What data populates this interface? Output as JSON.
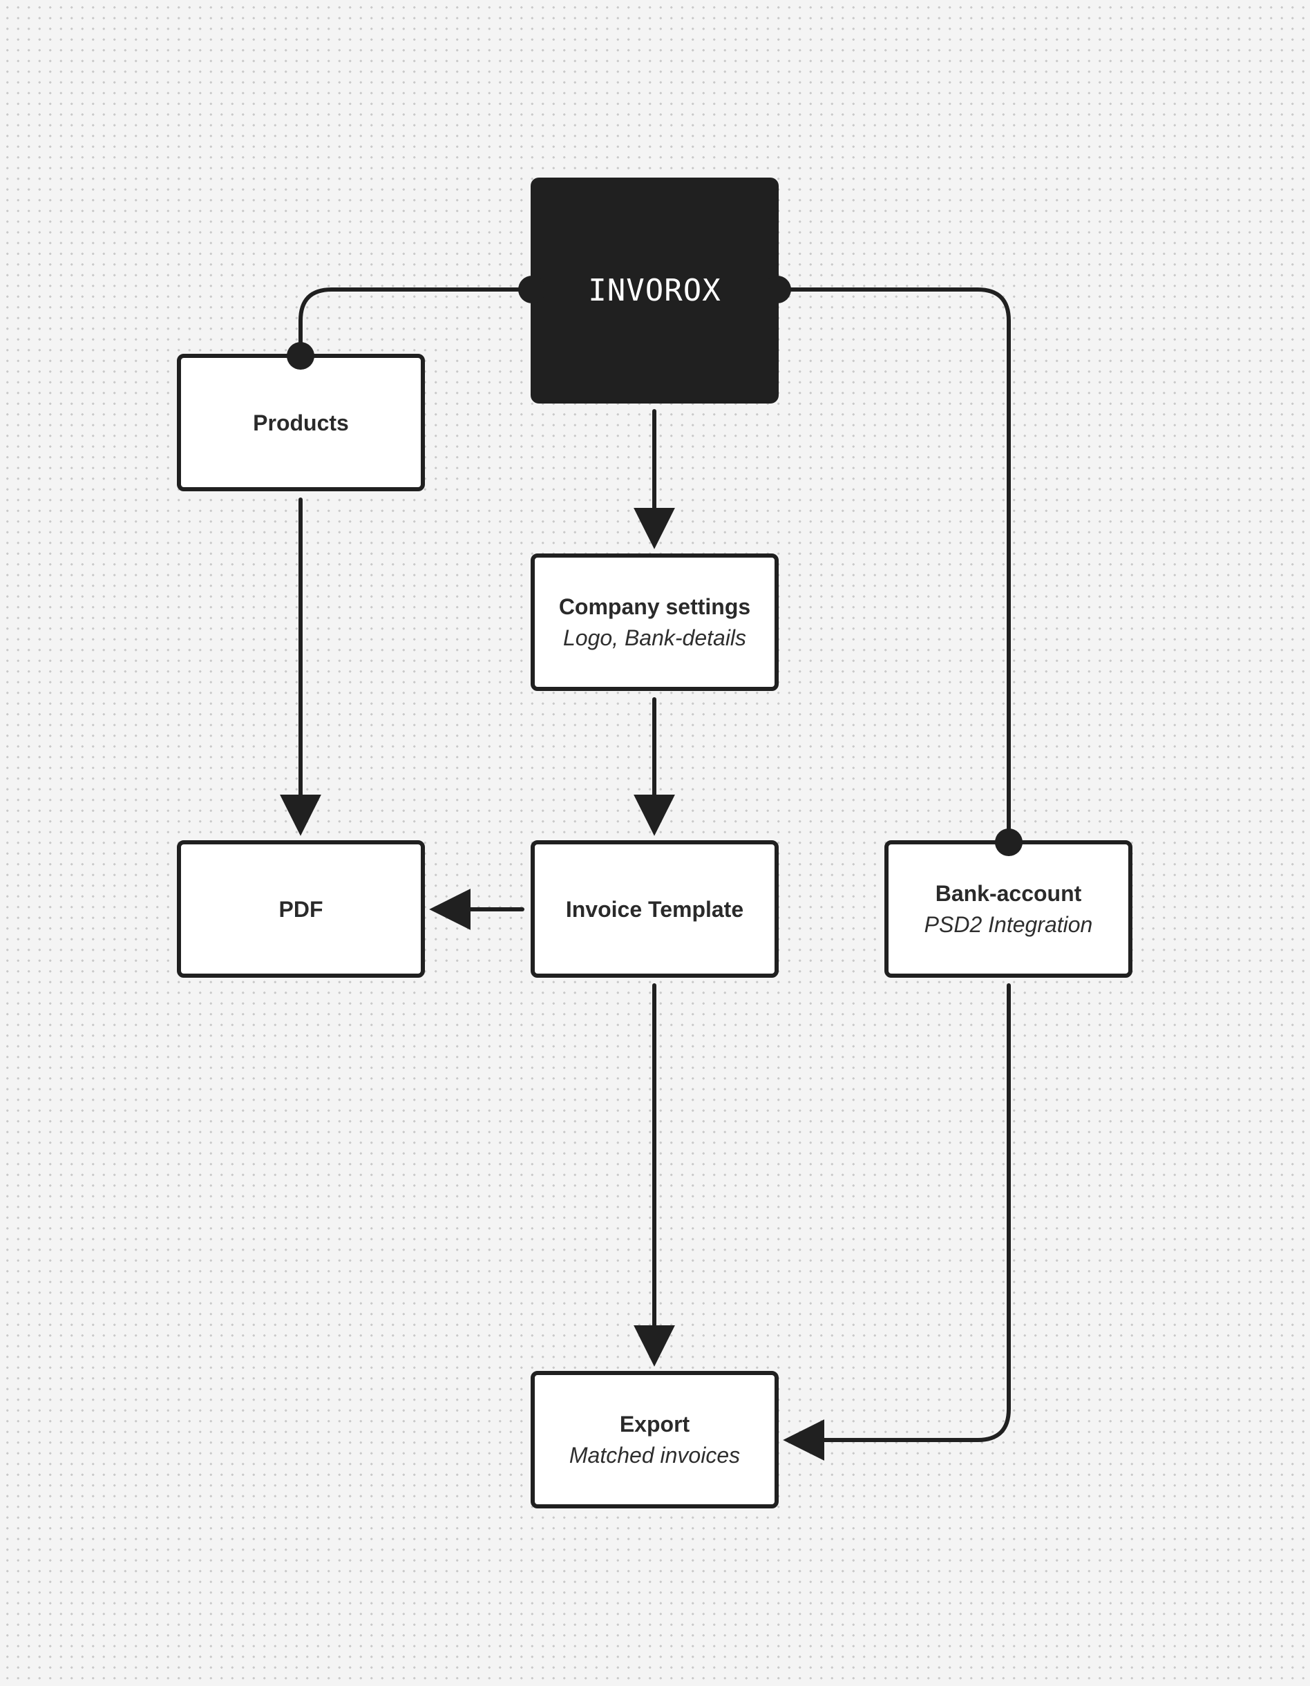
{
  "diagram": {
    "nodes": {
      "invorox": {
        "title": "INVOROX"
      },
      "products": {
        "title": "Products"
      },
      "company_settings": {
        "title": "Company settings",
        "subtitle": "Logo, Bank-details"
      },
      "pdf": {
        "title": "PDF"
      },
      "invoice_template": {
        "title": "Invoice Template"
      },
      "bank_account": {
        "title": "Bank-account",
        "subtitle": "PSD2 Integration"
      },
      "export": {
        "title": "Export",
        "subtitle": "Matched invoices"
      }
    },
    "edges": [
      {
        "from": "invorox",
        "to": "products",
        "style": "dot-connector"
      },
      {
        "from": "invorox",
        "to": "bank_account",
        "style": "dot-connector"
      },
      {
        "from": "invorox",
        "to": "company_settings",
        "style": "arrow"
      },
      {
        "from": "products",
        "to": "pdf",
        "style": "arrow"
      },
      {
        "from": "company_settings",
        "to": "invoice_template",
        "style": "arrow"
      },
      {
        "from": "invoice_template",
        "to": "pdf",
        "style": "arrow"
      },
      {
        "from": "invoice_template",
        "to": "export",
        "style": "arrow"
      },
      {
        "from": "bank_account",
        "to": "export",
        "style": "arrow"
      }
    ],
    "colors": {
      "stroke": "#202020",
      "node_fill": "#ffffff",
      "dark_node_fill": "#202020",
      "background": "#f4f4f4",
      "grid_dot": "#c9c9c9"
    }
  }
}
